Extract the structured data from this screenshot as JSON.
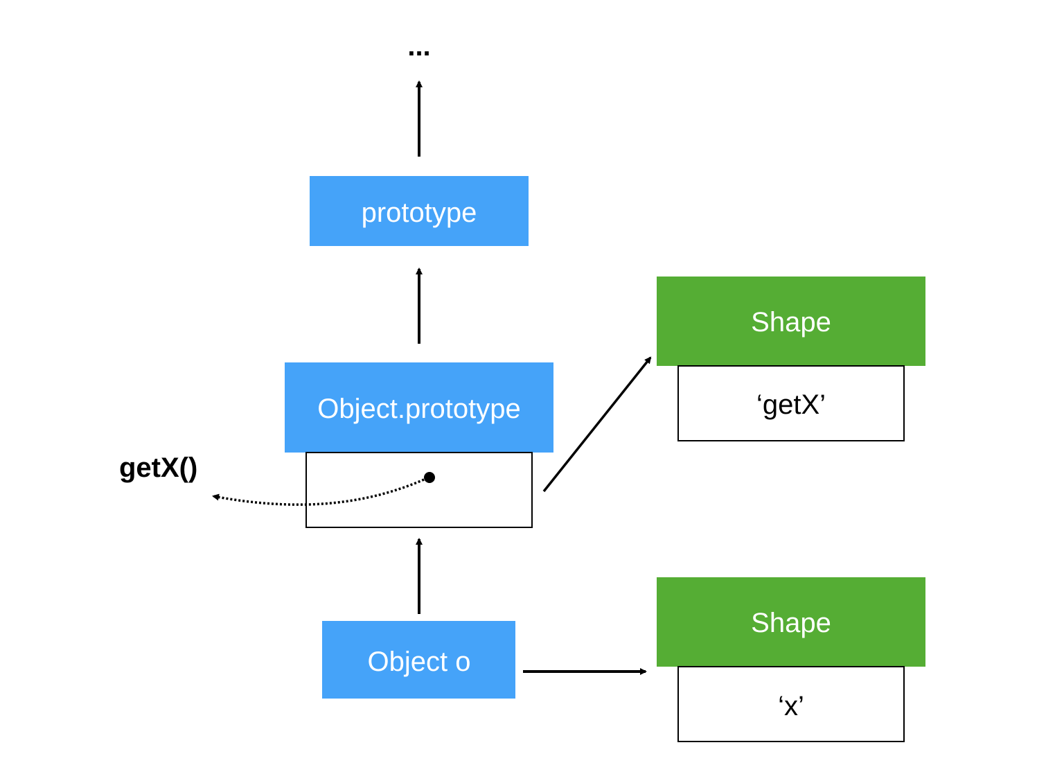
{
  "colors": {
    "blue_box": "#45a3f9",
    "green_box": "#55ad34",
    "line": "#000000",
    "label_on_box": "#ffffff",
    "label_dark": "#000000"
  },
  "nodes": {
    "ellipsis": "...",
    "prototype": "prototype",
    "object_prototype": "Object.prototype",
    "object_o": "Object o"
  },
  "shapes": {
    "top": {
      "title": "Shape",
      "property": "‘getX’"
    },
    "bottom": {
      "title": "Shape",
      "property": "‘x’"
    }
  },
  "method_label": "getX()"
}
